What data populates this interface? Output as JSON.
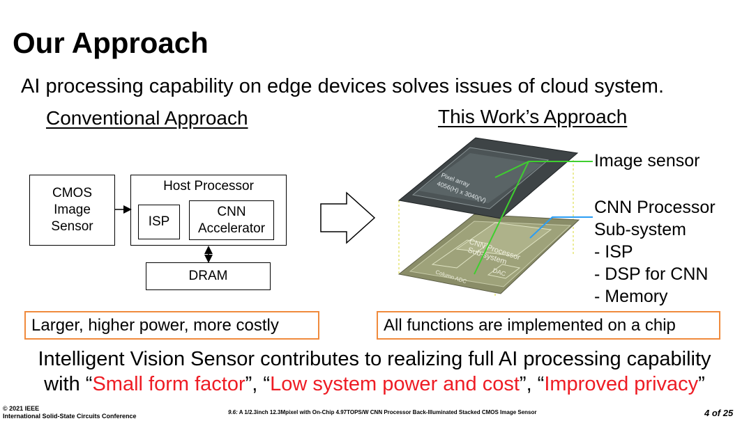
{
  "slide": {
    "title": "Our Approach",
    "subtitle": "AI processing capability on edge devices solves issues of cloud system."
  },
  "conventional": {
    "heading": "Conventional Approach",
    "cmos_line1": "CMOS",
    "cmos_line2": "Image",
    "cmos_line3": "Sensor",
    "host_label": "Host Processor",
    "isp_label": "ISP",
    "cnn_line1": "CNN",
    "cnn_line2": "Accelerator",
    "dram_label": "DRAM",
    "note": "Larger, higher power, more costly"
  },
  "this_work": {
    "heading": "This Work’s Approach",
    "chip_pixel_line1": "Pixel array",
    "chip_pixel_line2": "4056(H) x 3040(V)",
    "chip_cnn_line1": "CNN Processor",
    "chip_cnn_line2": "Sub-system",
    "chip_dac": "DAC",
    "chip_adc": "Column ADC",
    "label_image_sensor": "Image sensor",
    "label_cnn_line1": "CNN Processor",
    "label_cnn_line2": "Sub-system",
    "label_isp": "-  ISP",
    "label_dsp": "-  DSP for CNN",
    "label_memory": "-  Memory",
    "note": "All functions are implemented on a chip"
  },
  "conclusion": {
    "line1": "Intelligent Vision Sensor contributes to realizing full AI processing capability",
    "prefix": "with “",
    "point1": "Small form factor",
    "sep1": "”, “",
    "point2": "Low system power and cost",
    "sep2": "”, “",
    "point3": "Improved privacy",
    "suffix": "”"
  },
  "footer": {
    "copyright": "© 2021 IEEE",
    "conference": "International Solid-State Circuits Conference",
    "paper_id": "9.6:",
    "paper_title": " A 1/2.3inch 12.3Mpixel with On-Chip 4.97TOPS/W CNN Processor Back-Illuminated Stacked CMOS Image Sensor",
    "page": "4 of 25"
  },
  "colors": {
    "accent_red": "#ee1c24",
    "note_border": "#f08a3c",
    "leader_green": "#3fcf2f",
    "leader_blue": "#2a9df4"
  }
}
